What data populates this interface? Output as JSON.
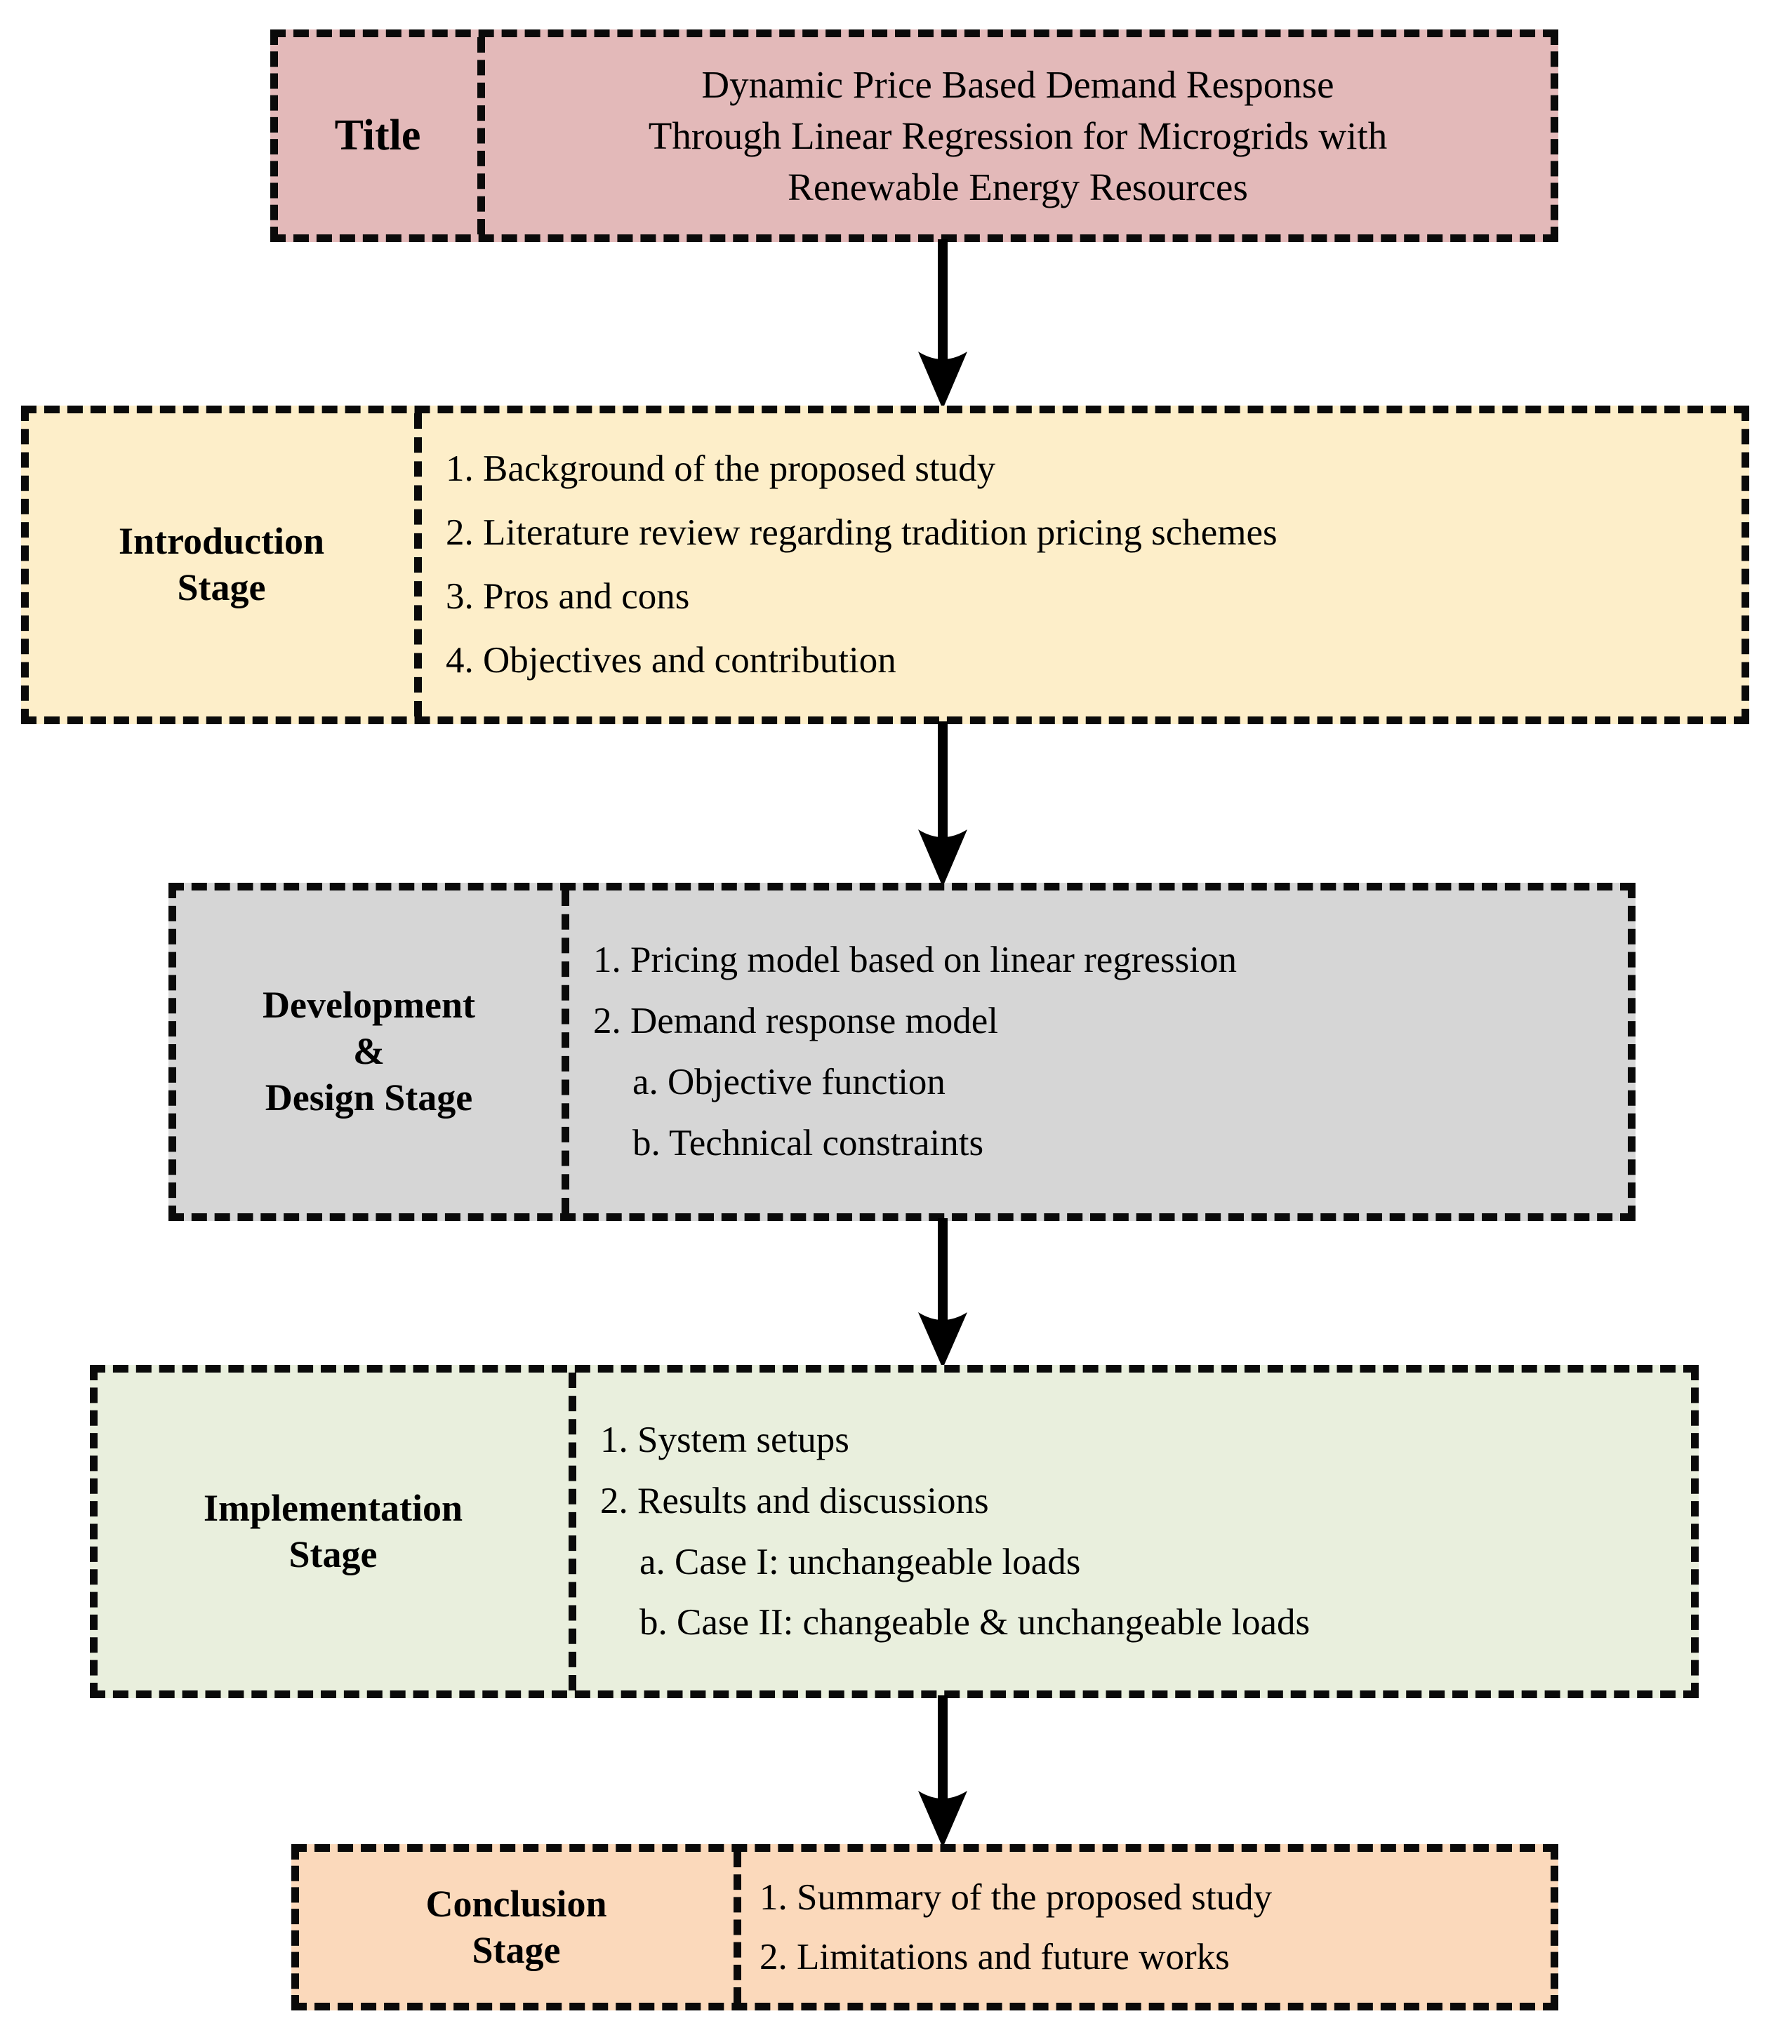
{
  "diagram": {
    "title_box": {
      "label": "Title",
      "text": "Dynamic Price Based Demand Response Through Linear Regression for Microgrids with Renewable Energy Resources",
      "color": "#e3b9b9"
    },
    "stages": [
      {
        "id": "introduction",
        "label": "Introduction Stage",
        "color": "#fdeec9",
        "items": [
          {
            "text": "1. Background of the proposed study",
            "sub": false
          },
          {
            "text": "2. Literature review regarding tradition pricing schemes",
            "sub": false
          },
          {
            "text": "3. Pros and cons",
            "sub": false
          },
          {
            "text": "4. Objectives and contribution",
            "sub": false
          }
        ]
      },
      {
        "id": "development-design",
        "label": "Development & Design Stage",
        "color": "#d6d6d6",
        "items": [
          {
            "text": "1. Pricing model based on linear regression",
            "sub": false
          },
          {
            "text": "2. Demand response model",
            "sub": false
          },
          {
            "text": "a. Objective function",
            "sub": true
          },
          {
            "text": "b. Technical constraints",
            "sub": true
          }
        ]
      },
      {
        "id": "implementation",
        "label": "Implementation Stage",
        "color": "#e9efdd",
        "items": [
          {
            "text": "1. System setups",
            "sub": false
          },
          {
            "text": "2. Results and discussions",
            "sub": false
          },
          {
            "text": "a. Case I: unchangeable loads",
            "sub": true
          },
          {
            "text": "b. Case II: changeable & unchangeable loads",
            "sub": true
          }
        ]
      },
      {
        "id": "conclusion",
        "label": "Conclusion Stage",
        "color": "#fbd9bb",
        "items": [
          {
            "text": "1. Summary of the proposed study",
            "sub": false
          },
          {
            "text": "2. Limitations and future works",
            "sub": false
          }
        ]
      }
    ],
    "label_lines": {
      "title": "Title",
      "introduction_line1": "Introduction",
      "introduction_line2": "Stage",
      "development_line1": "Development",
      "development_line2": "&",
      "development_line3": "Design Stage",
      "implementation_line1": "Implementation",
      "implementation_line2": "Stage",
      "conclusion_line1": "Conclusion",
      "conclusion_line2": "Stage"
    },
    "title_lines": {
      "line1": "Dynamic Price Based Demand Response",
      "line2": "Through Linear Regression for Microgrids with",
      "line3": "Renewable Energy Resources"
    },
    "arrows": [
      {
        "from": "title",
        "to": "introduction"
      },
      {
        "from": "introduction",
        "to": "development-design"
      },
      {
        "from": "development-design",
        "to": "implementation"
      },
      {
        "from": "implementation",
        "to": "conclusion"
      }
    ],
    "border_color": "#0a0a0a"
  }
}
